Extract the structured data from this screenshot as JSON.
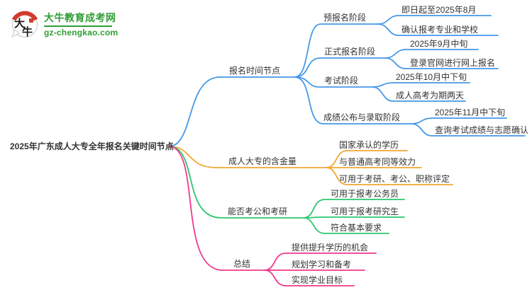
{
  "colors": {
    "branch-blue": "#4598E8",
    "branch-orange": "#F0A832",
    "branch-green": "#2DC76F",
    "branch-pink": "#F0388C",
    "text": "#333333",
    "logo-green": "#2F9D35",
    "logo-red": "#D23B2E"
  },
  "logo": {
    "title": "大牛教育成考网",
    "domain": "gz-chengkao.com",
    "icon_char1": "大",
    "icon_char2": "牛"
  },
  "mindmap": {
    "root": "2025年广东成人大专全年报名关键时间节点",
    "branches": [
      {
        "label": "报名时间节点",
        "children": [
          {
            "label": "预报名阶段",
            "children": [
              "即日起至2025年8月",
              "确认报考专业和学校"
            ]
          },
          {
            "label": "正式报名阶段",
            "children": [
              "2025年9月中旬",
              "登录官网进行网上报名"
            ]
          },
          {
            "label": "考试阶段",
            "children": [
              "2025年10月中下旬",
              "成人高考为期两天"
            ]
          },
          {
            "label": "成绩公布与录取阶段",
            "children": [
              "2025年11月中下旬",
              "查询考试成绩与志愿确认"
            ]
          }
        ]
      },
      {
        "label": "成人大专的含金量",
        "children": [
          "国家承认的学历",
          "与普通高考同等效力",
          "可用于考研、考公、职称评定"
        ]
      },
      {
        "label": "能否考公和考研",
        "children": [
          "可用于报考公务员",
          "可用于报考研究生",
          "符合基本要求"
        ]
      },
      {
        "label": "总结",
        "children": [
          "提供提升学历的机会",
          "规划学习和备考",
          "实现学业目标"
        ]
      }
    ]
  }
}
